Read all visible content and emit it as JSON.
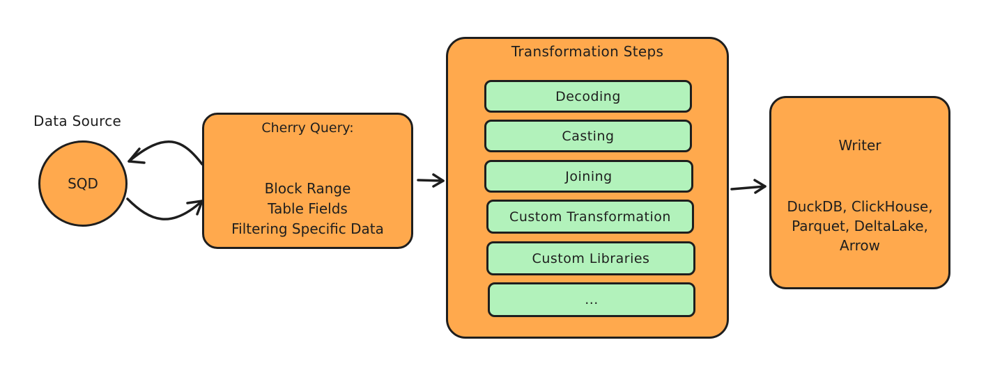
{
  "source": {
    "label": "Data Source",
    "node": "SQD"
  },
  "query": {
    "title": "Cherry Query:",
    "lines": [
      "Block Range",
      "Table Fields",
      "Filtering Specific Data"
    ]
  },
  "transform": {
    "title": "Transformation Steps",
    "steps": [
      "Decoding",
      "Casting",
      "Joining",
      "Custom Transformation",
      "Custom Libraries",
      "..."
    ]
  },
  "writer": {
    "title": "Writer",
    "lines": [
      "DuckDB, ClickHouse,",
      "Parquet, DeltaLake,",
      "Arrow"
    ]
  },
  "colors": {
    "box_fill": "#ffa94d",
    "step_fill": "#b2f2bb",
    "stroke": "#1e1e1e"
  }
}
